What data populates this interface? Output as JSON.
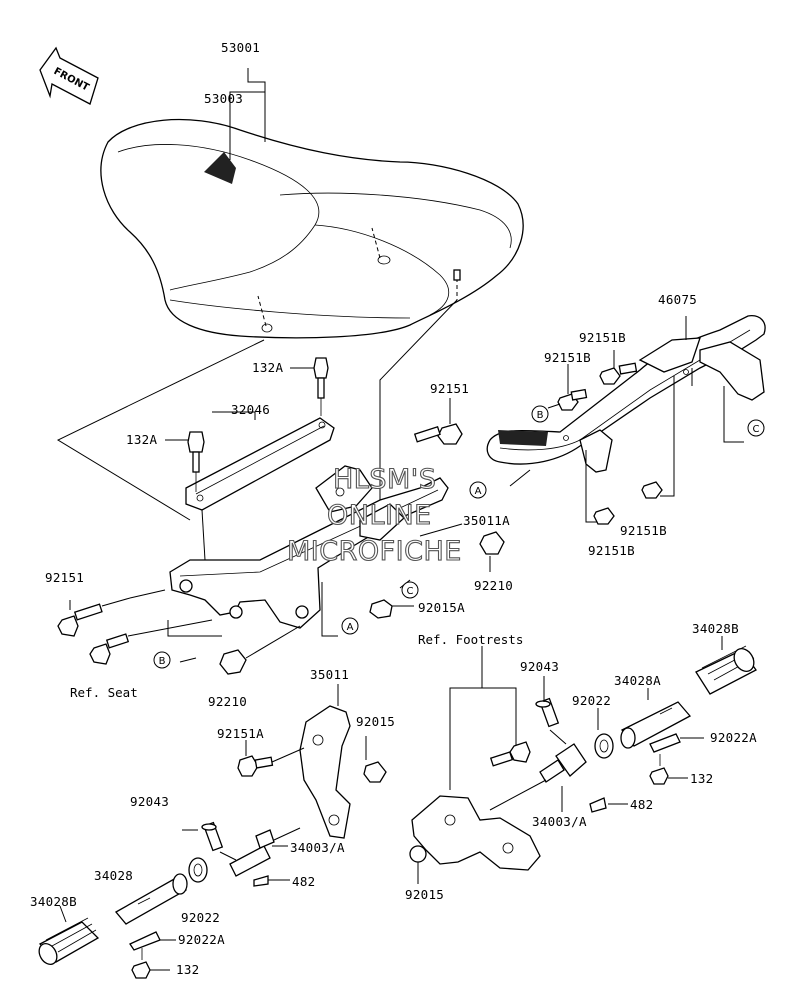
{
  "front_arrow": {
    "label": "FRONT"
  },
  "labels": {
    "l53001": "53001",
    "l53003": "53003",
    "l46075": "46075",
    "l132a_top": "132A",
    "l92151_top": "92151",
    "l32046": "32046",
    "l132a_mid": "132A",
    "l92151b_a": "92151B",
    "l92151b_b": "92151B",
    "l92151b_c": "92151B",
    "l92151b_d": "92151B",
    "l35011a": "35011A",
    "l92210_right": "92210",
    "l92015a": "92015A",
    "l92151_left": "92151",
    "l92210_left": "92210",
    "l35011": "35011",
    "l92151a": "92151A",
    "l92015_left": "92015",
    "l92043_left": "92043",
    "l34003a_left": "34003/A",
    "l482_left": "482",
    "l34028": "34028",
    "l92022_left": "92022",
    "l92022a_left": "92022A",
    "l34028b_left": "34028B",
    "l132_left": "132",
    "l92043_right": "92043",
    "l92022_right": "92022",
    "l34028a": "34028A",
    "l34028b_right": "34028B",
    "l92022a_right": "92022A",
    "l132_right": "132",
    "l34003a_right": "34003/A",
    "l482_right": "482",
    "l92015_right": "92015"
  },
  "refs": {
    "ref_seat": "Ref. Seat",
    "ref_footrests": "Ref. Footrests"
  },
  "callouts": {
    "a": "A",
    "b": "B",
    "c": "C"
  },
  "watermark": {
    "line1": "HLSM'S",
    "line2": "ONLINE",
    "line3": "MICROFICHE"
  }
}
